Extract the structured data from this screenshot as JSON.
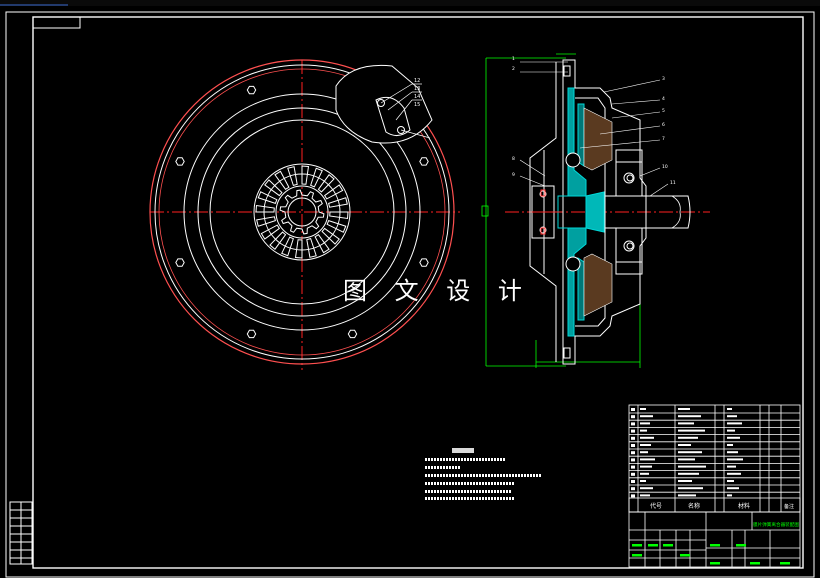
{
  "drawing": {
    "watermark": "图 文 设 计",
    "title_block": {
      "col_code": "代号",
      "col_name": "名称",
      "col_material": "材料",
      "col_note": "备注",
      "drawing_title": "膜片弹簧离合器装配图"
    },
    "callouts_front": [
      "12",
      "13",
      "14",
      "15"
    ],
    "callouts_side": [
      "1",
      "2",
      "3",
      "4",
      "5",
      "6",
      "7",
      "8",
      "9",
      "10",
      "11"
    ]
  },
  "colors": {
    "background": "#000000",
    "outline": "#ffffff",
    "frame": "#ffffff",
    "centerline": "#ff2020",
    "rim_red": "#ff5050",
    "section_cyan": "#00d8d8",
    "dimension_green": "#00ff00"
  },
  "icons": {
    "clutch-front-view-icon": "concentric circles with spline hub",
    "clutch-section-view-icon": "half cross-section with cyan hatch"
  }
}
